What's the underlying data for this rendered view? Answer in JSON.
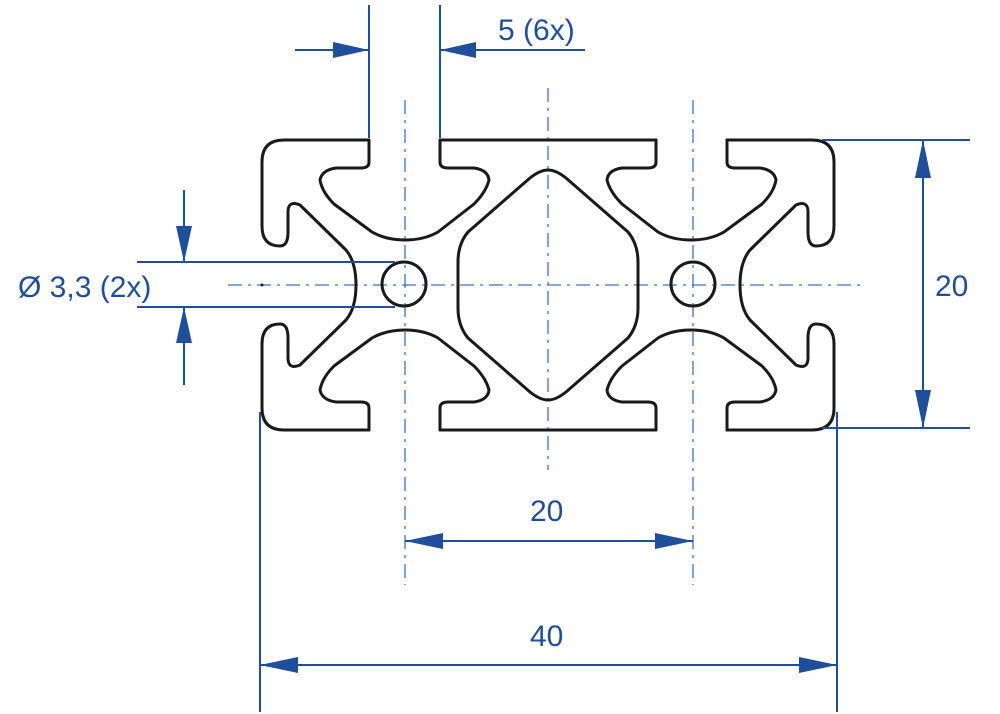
{
  "drawing": {
    "dimensions": {
      "slot_width": "5 (6x)",
      "hole_diameter": "Ø 3,3 (2x)",
      "height": "20",
      "hole_pitch": "20",
      "overall_width": "40"
    },
    "colors": {
      "dimension": "#1f4f9a",
      "centerline": "#3b73c4",
      "outline": "#1a1a1a"
    }
  }
}
